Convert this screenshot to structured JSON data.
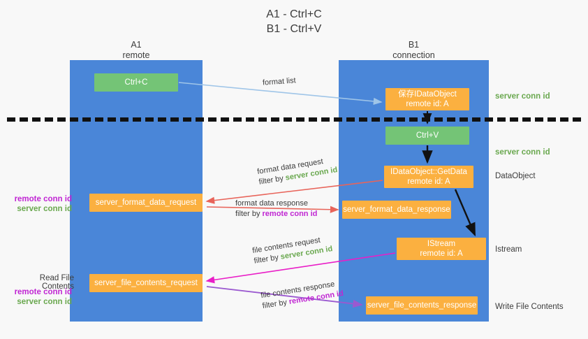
{
  "title": {
    "line1": "A1 - Ctrl+C",
    "line2": "B1 - Ctrl+V"
  },
  "lanes": [
    {
      "id": "A1",
      "name": "A1",
      "role": "remote",
      "color": "#4a86d8"
    },
    {
      "id": "B1",
      "name": "B1",
      "role": "connection",
      "color": "#4a86d8"
    }
  ],
  "nodes": {
    "ctrl_c": {
      "line1": "Ctrl+C",
      "line2": "",
      "color": "#74c476"
    },
    "save_dataobj": {
      "line1": "保存IDataObject",
      "line2": "remote id: A",
      "color": "#fbb040"
    },
    "ctrl_v": {
      "line1": "Ctrl+V",
      "line2": "",
      "color": "#74c476"
    },
    "getdata": {
      "line1": "IDataObject::GetData",
      "line2": "remote id: A",
      "color": "#fbb040"
    },
    "istream": {
      "line1": "IStream",
      "line2": "remote id: A",
      "color": "#fbb040"
    },
    "fmt_req": {
      "line1": "server_format_data_request",
      "line2": "",
      "color": "#fbb040"
    },
    "fmt_resp": {
      "line1": "server_format_data_response",
      "line2": "",
      "color": "#fbb040"
    },
    "file_req": {
      "line1": "server_file_contents_request",
      "line2": "",
      "color": "#fbb040"
    },
    "file_resp": {
      "line1": "server_file_contents_response",
      "line2": "",
      "color": "#fbb040"
    }
  },
  "side_labels": {
    "server_conn_id_top": "server conn id",
    "server_conn_id_mid": "server conn id",
    "dataobject": "DataObject",
    "istream": "Istream",
    "write_file_contents": "Write File Contents",
    "read_file_contents": "Read File Contents",
    "remote_conn_id": "remote conn id",
    "server_conn_id": "server conn id"
  },
  "edges": {
    "format_list": {
      "line1": "format list",
      "filter_prefix": "",
      "filter_target": ""
    },
    "format_data_request": {
      "line1": "format data request",
      "filter_prefix": "filter by ",
      "filter_target": "server conn id"
    },
    "format_data_response": {
      "line1": "format data response",
      "filter_prefix": "filter by ",
      "filter_target": "remote conn id"
    },
    "file_contents_request": {
      "line1": "file contents request",
      "filter_prefix": "filter by ",
      "filter_target": "server conn id"
    },
    "file_contents_response": {
      "line1": "file contents response",
      "filter_prefix": "filter by ",
      "filter_target": "remote conn id"
    }
  },
  "colors": {
    "lane": "#4a86d8",
    "green_node": "#74c476",
    "orange_node": "#fbb040",
    "server_conn_id": "#6aa84f",
    "remote_conn_id": "#c026d3",
    "arrow_blue": "#9fc5e8",
    "arrow_red": "#e8645a",
    "arrow_magenta": "#e91ec7",
    "arrow_purple": "#9b59d0",
    "arrow_black": "#111111",
    "background": "#f8f8f8"
  }
}
